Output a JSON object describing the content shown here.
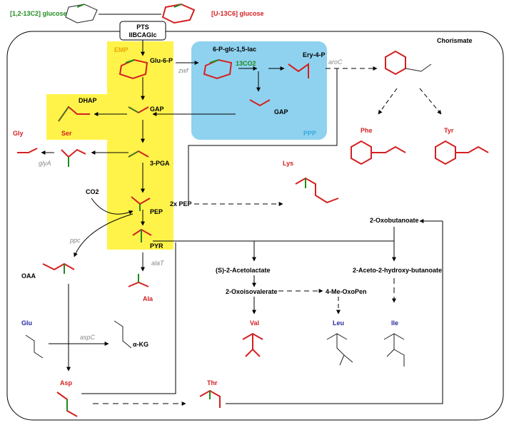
{
  "colors": {
    "emp": "#fff34a",
    "ppp": "#8fd2ef",
    "label13": "#d42020",
    "label12": "#1f8a1f",
    "amino": "#2828a0",
    "enzyme": "#8a8a8a"
  },
  "substrates": {
    "glc12": "[1,2-13C2] glucose",
    "glcU": "[U-13C6] glucose"
  },
  "transport": {
    "line1": "PTS",
    "line2": "IIBCAGlc"
  },
  "regions": {
    "emp": "EMP",
    "ppp": "PPP"
  },
  "metabolites": {
    "glu6": "Glu-6-P",
    "dhap": "DHAP",
    "gap": "GAP",
    "pga3": "3-PGA",
    "pep": "PEP",
    "pyr": "PYR",
    "glc6lac": "6-P-glc-1,5-lac",
    "co2ppp": "13CO2",
    "ery4": "Ery-4-P",
    "gapppp": "GAP",
    "chorismate": "Chorismate",
    "co2": "CO2",
    "oaa": "OAA",
    "akg": "α-KG",
    "pep2x": "2x PEP",
    "oxobut": "2-Oxobutanoate",
    "acetolactate": "(S)-2-Acetolactate",
    "acetohydroxy": "2-Aceto-2-hydroxy-butanoate",
    "oxoisoval": "2-Oxoisovalerate",
    "memoxopen": "4-Me-OxoPen"
  },
  "amino_acids": {
    "gly": "Gly",
    "ser": "Ser",
    "ala": "Ala",
    "glu": "Glu",
    "asp": "Asp",
    "thr": "Thr",
    "lys": "Lys",
    "val": "Val",
    "leu": "Leu",
    "ile": "Ile",
    "phe": "Phe",
    "tyr": "Tyr"
  },
  "enzymes": {
    "zwf": "zwf",
    "aroc": "aroC",
    "glya": "glyA",
    "ppc": "ppc",
    "alat": "alaT",
    "aspc": "aspC"
  }
}
